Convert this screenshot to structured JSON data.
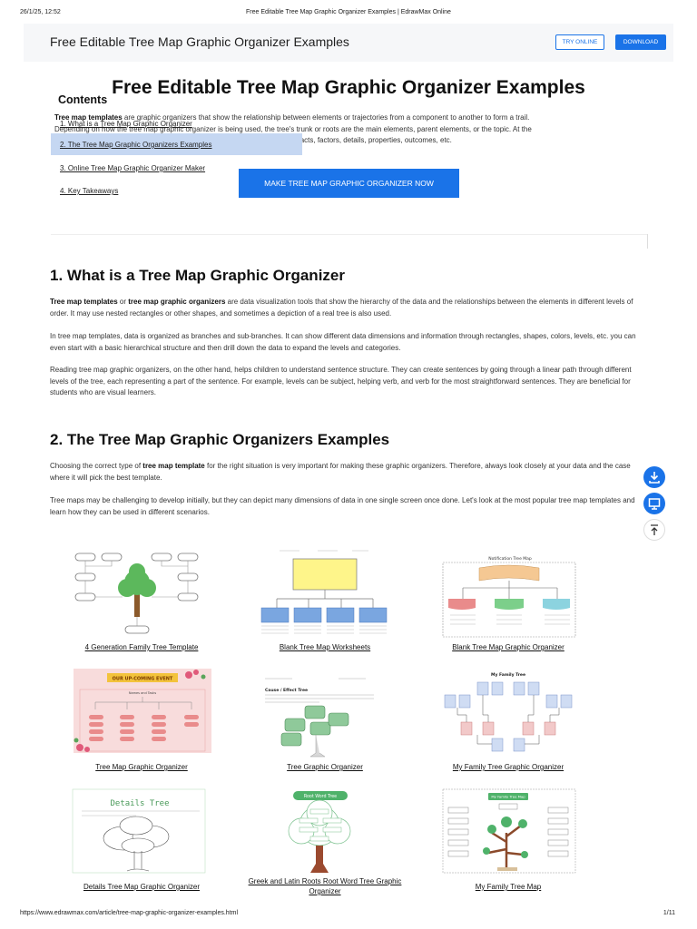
{
  "print": {
    "date": "26/1/25, 12:52",
    "title": "Free Editable Tree Map Graphic Organizer Examples | EdrawMax Online",
    "url": "https://www.edrawmax.com/article/tree-map-graphic-organizer-examples.html",
    "page": "1/11"
  },
  "topbar": {
    "title": "Free Editable Tree Map Graphic Organizer Examples",
    "try_label": "TRY ONLINE",
    "download_label": "DOWNLOAD"
  },
  "heading": "Free Editable Tree Map Graphic Organizer Examples",
  "intro": {
    "bold": "Tree map templates",
    "line1": " are graphic organizers that show the relationship between elements or trajectories from a component to another to form a trail.",
    "line2": "Depending on how the tree map graphic organizer is being used, the tree's trunk or roots are the main elements, parent elements, or the topic. At the",
    "line3": "nts show relevant facts, factors, details, properties, outcomes, etc."
  },
  "toc": {
    "title": "Contents",
    "items": [
      "1. What is a Tree Map Graphic Organizer",
      "2. The Tree Map Graphic Organizers Examples",
      "3. Online Tree Map Graphic Organizer Maker",
      "4. Key Takeaways"
    ]
  },
  "cta_label": "MAKE TREE MAP GRAPHIC ORGANIZER NOW",
  "section1": {
    "heading": "1. What is a Tree Map Graphic Organizer",
    "p1_bold_a": "Tree map templates",
    "p1_or": " or ",
    "p1_bold_b": "tree map graphic organizers",
    "p1_rest": " are data visualization tools that show the hierarchy of the data and the relationships between the elements in different levels of order. It may use nested rectangles or other shapes, and sometimes a depiction of a real tree is also used.",
    "p2": "In tree map templates, data is organized as branches and sub-branches. It can show different data dimensions and information through rectangles, shapes, colors, levels, etc. you can even start with a basic hierarchical structure and then drill down the data to expand the levels and categories.",
    "p3": "Reading tree map graphic organizers, on the other hand, helps children to understand sentence structure. They can create sentences by going through a linear path through different levels of the tree, each representing a part of the sentence. For example, levels can be subject, helping verb, and verb for the most straightforward sentences. They are beneficial for students who are visual learners."
  },
  "section2": {
    "heading": "2. The Tree Map Graphic Organizers Examples",
    "p1_a": "Choosing the correct type of ",
    "p1_bold": "tree map template",
    "p1_b": " for the right situation is very important for making these graphic organizers. Therefore, always look closely at your data and the case where it will pick the best template.",
    "p2": "Tree maps may be challenging to develop initially, but they can depict many dimensions of data in one single screen once done. Let's look at the most popular tree map templates and learn how they can be used in different scenarios."
  },
  "templates": [
    {
      "caption": "4 Generation Family Tree Template"
    },
    {
      "caption": "Blank Tree Map Worksheets"
    },
    {
      "caption": "Blank Tree Map Graphic Organizer"
    },
    {
      "caption": "Tree Map Graphic Organizer"
    },
    {
      "caption": "Tree Graphic Organizer"
    },
    {
      "caption": "My Family Tree Graphic Organizer"
    },
    {
      "caption": "Details Tree Map Graphic Organizer"
    },
    {
      "caption": "Greek and Latin Roots Root Word Tree Graphic Organizer"
    },
    {
      "caption": "My Family Tree Map"
    }
  ],
  "thumb_text": {
    "notification_title": "Notification Tree Map",
    "event_banner": "OUR UP-COMING EVENT",
    "event_sub": "Names and Tasks",
    "cause_title": "Cause / Effect Tree",
    "family_title": "My Family Tree",
    "details_title": "Details Tree",
    "root_title": "Root Word Tree",
    "family_map_title": "My Family Tree Map"
  },
  "icons": {
    "download": "download-icon",
    "present": "presentation-icon",
    "top": "back-to-top-icon"
  },
  "colors": {
    "accent": "#1a73e8",
    "toc_active": "#c5d7f2"
  }
}
